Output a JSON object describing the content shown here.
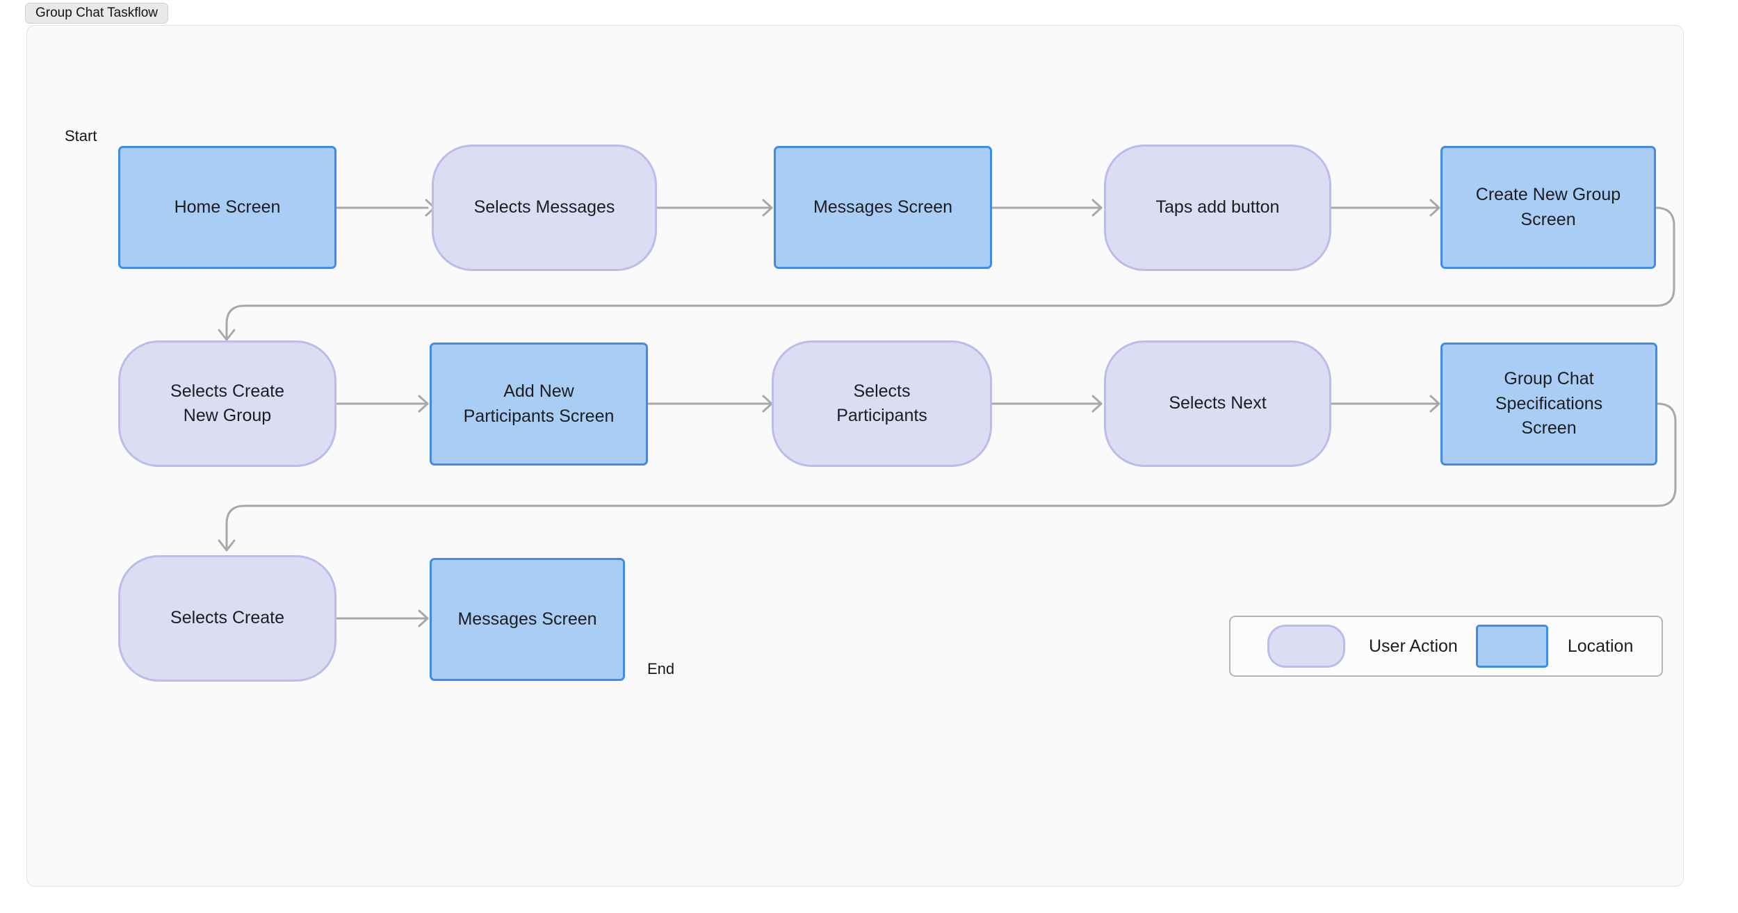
{
  "title_tab": {
    "label": "Group Chat Taskflow"
  },
  "labels": {
    "start": "Start",
    "end": "End"
  },
  "legend": {
    "items": [
      {
        "swatch": "user-action",
        "label": "User Action"
      },
      {
        "swatch": "location",
        "label": "Location"
      }
    ]
  },
  "colors": {
    "location_fill": "#a9cdf5",
    "location_border": "#3f8ce8",
    "action_fill": "#dcdcf3",
    "action_border": "#bcbbe9",
    "edge": "#a8a8a8",
    "canvas_bg": "#fafafa",
    "page_bg": "#ffffff",
    "text": "#1b1d21"
  },
  "chart_data": {
    "type": "diagram",
    "title": "Group Chat Taskflow",
    "node_types": {
      "location": "Location",
      "user-action": "User Action"
    },
    "nodes": [
      {
        "id": "n1",
        "label": "Home Screen",
        "type": "location",
        "row": 1,
        "col": 1
      },
      {
        "id": "n2",
        "label": "Selects Messages",
        "type": "user-action",
        "row": 1,
        "col": 2
      },
      {
        "id": "n3",
        "label": "Messages Screen",
        "type": "location",
        "row": 1,
        "col": 3
      },
      {
        "id": "n4",
        "label": "Taps add button",
        "type": "user-action",
        "row": 1,
        "col": 4
      },
      {
        "id": "n5",
        "label": "Create New Group\nScreen",
        "type": "location",
        "row": 1,
        "col": 5
      },
      {
        "id": "n6",
        "label": "Selects Create\nNew Group",
        "type": "user-action",
        "row": 2,
        "col": 1
      },
      {
        "id": "n7",
        "label": "Add New\nParticipants Screen",
        "type": "location",
        "row": 2,
        "col": 2
      },
      {
        "id": "n8",
        "label": "Selects\nParticipants",
        "type": "user-action",
        "row": 2,
        "col": 3
      },
      {
        "id": "n9",
        "label": "Selects Next",
        "type": "user-action",
        "row": 2,
        "col": 4
      },
      {
        "id": "n10",
        "label": "Group Chat\nSpecifications\nScreen",
        "type": "location",
        "row": 2,
        "col": 5
      },
      {
        "id": "n11",
        "label": "Selects Create",
        "type": "user-action",
        "row": 3,
        "col": 1
      },
      {
        "id": "n12",
        "label": "Messages Screen",
        "type": "location",
        "row": 3,
        "col": 2
      }
    ],
    "edges": [
      {
        "from": "n1",
        "to": "n2",
        "style": "straight"
      },
      {
        "from": "n2",
        "to": "n3",
        "style": "straight"
      },
      {
        "from": "n3",
        "to": "n4",
        "style": "straight"
      },
      {
        "from": "n4",
        "to": "n5",
        "style": "straight"
      },
      {
        "from": "n5",
        "to": "n6",
        "style": "wrap"
      },
      {
        "from": "n6",
        "to": "n7",
        "style": "straight"
      },
      {
        "from": "n7",
        "to": "n8",
        "style": "straight"
      },
      {
        "from": "n8",
        "to": "n9",
        "style": "straight"
      },
      {
        "from": "n9",
        "to": "n10",
        "style": "straight"
      },
      {
        "from": "n10",
        "to": "n11",
        "style": "wrap"
      },
      {
        "from": "n11",
        "to": "n12",
        "style": "straight"
      }
    ],
    "annotations": [
      {
        "text": "Start",
        "near": "n1"
      },
      {
        "text": "End",
        "near": "n12"
      }
    ]
  }
}
